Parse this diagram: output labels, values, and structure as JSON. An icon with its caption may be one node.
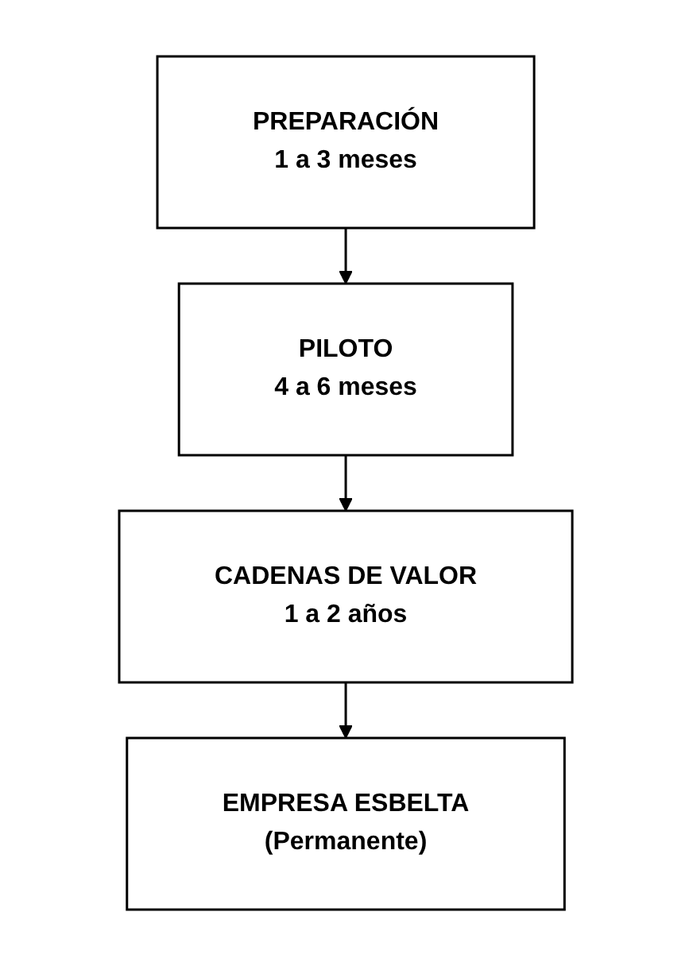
{
  "diagram": {
    "nodes": [
      {
        "text": [
          "PREPARACIÓN",
          "1 a 3 meses"
        ]
      },
      {
        "text": [
          "PILOTO",
          "4 a 6 meses"
        ]
      },
      {
        "text": [
          "CADENAS DE VALOR",
          "1 a 2 años"
        ]
      },
      {
        "text": [
          "EMPRESA ESBELTA",
          "(Permanente)"
        ]
      }
    ],
    "edges": [
      {
        "from": 0,
        "to": 1,
        "arrow": "to"
      },
      {
        "from": 1,
        "to": 2,
        "arrow": "to"
      },
      {
        "from": 2,
        "to": 3,
        "arrow": "to"
      }
    ]
  }
}
